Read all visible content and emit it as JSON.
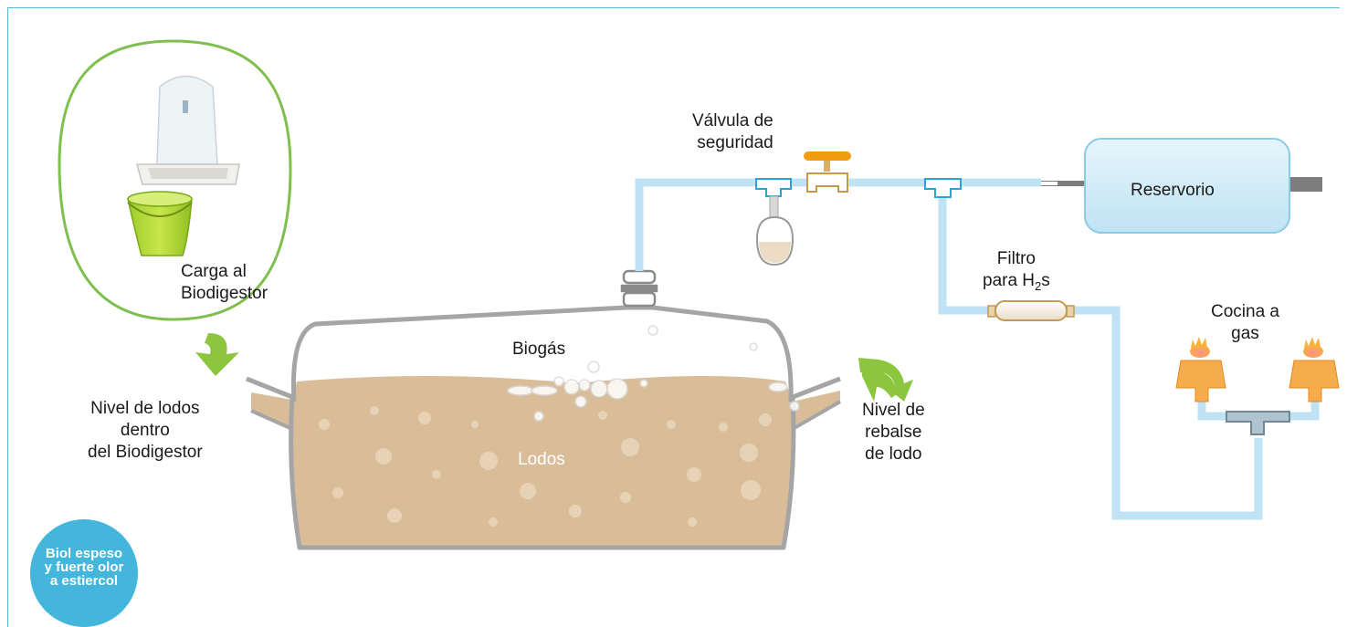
{
  "labels": {
    "carga": [
      "Carga al",
      "Biodigestor"
    ],
    "nivel_lodos": [
      "Nivel de lodos",
      "dentro",
      "del Biodigestor"
    ],
    "biogas": "Biogás",
    "lodos": "Lodos",
    "nivel_rebalse": [
      "Nivel de",
      "rebalse",
      "de lodo"
    ],
    "valvula": [
      "Válvula de",
      "seguridad"
    ],
    "filtro": {
      "line1": "Filtro",
      "line2_prefix": "para H",
      "line2_sub": "2",
      "line2_suffix": "s"
    },
    "reservorio": "Reservorio",
    "cocina": [
      "Cocina a",
      "gas"
    ]
  },
  "badge": [
    "Biol espeso",
    "y fuerte olor",
    "a estiercol"
  ],
  "colors": {
    "frame": "#5ab6da",
    "pipe": "#bfe3f5",
    "pipe_outline": "#2aa3d8",
    "sludge": "#d9bd99",
    "tank_outline": "#a5a5a5",
    "arrow_green": "#8cc63f",
    "circle_border": "#7fbf4d",
    "stove_orange": "#f5ac4a",
    "valve_handle": "#f39c12",
    "badge": "#44b6dc",
    "reservoir_fill": "#cdeaf6"
  },
  "icons": [
    "bucket-icon",
    "feeding-trough-icon",
    "safety-valve-icon",
    "water-trap-icon",
    "h2s-filter-icon",
    "gas-burner-icon",
    "pipe-tee-icon",
    "green-arrow-icon"
  ]
}
